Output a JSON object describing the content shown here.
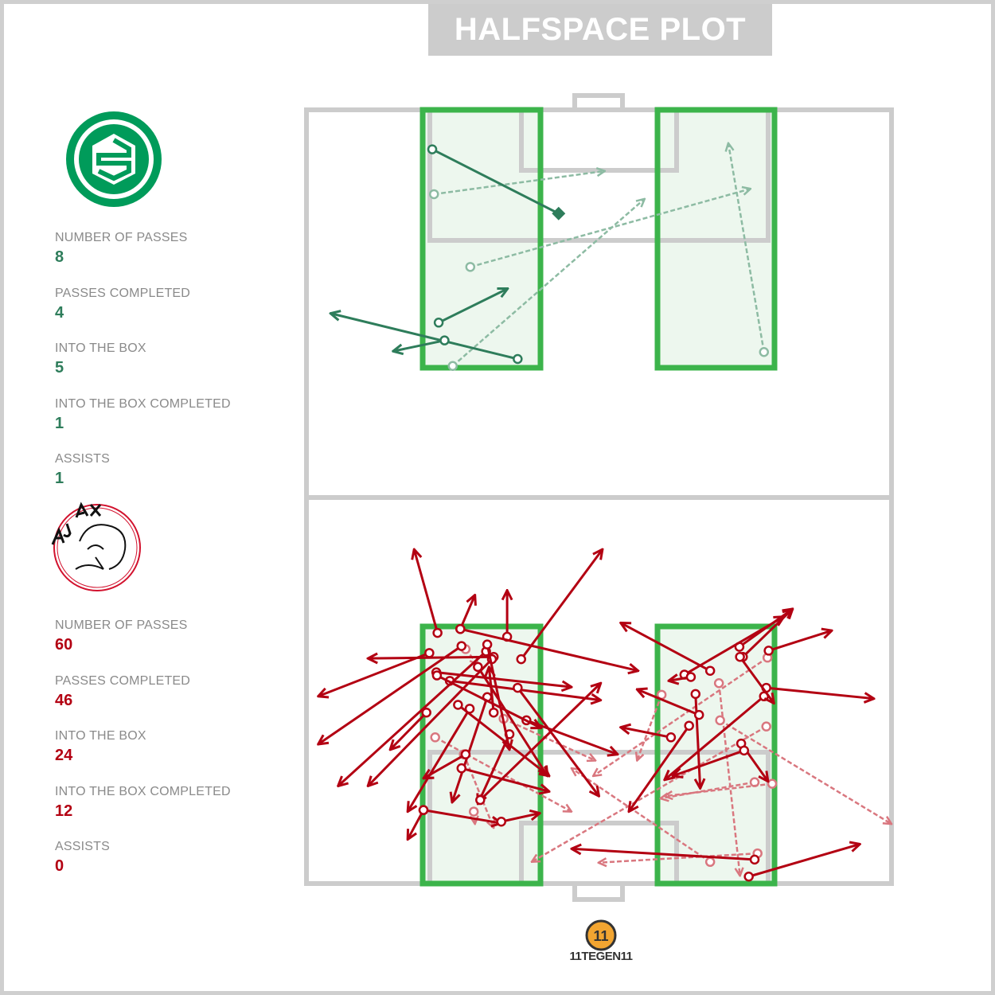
{
  "title": "HALFSPACE PLOT",
  "home": {
    "logo_text": "FC GRONINGEN",
    "color": "#2e7d5b",
    "stats": [
      {
        "label": "NUMBER OF PASSES",
        "value": "8"
      },
      {
        "label": "PASSES COMPLETED",
        "value": "4"
      },
      {
        "label": "INTO THE BOX",
        "value": "5"
      },
      {
        "label": "INTO THE BOX COMPLETED",
        "value": "1"
      },
      {
        "label": "ASSISTS",
        "value": "1"
      }
    ]
  },
  "away": {
    "logo_text": "AJAX AMSTERDAM",
    "color": "#b30012",
    "stats": [
      {
        "label": "NUMBER OF PASSES",
        "value": "60"
      },
      {
        "label": "PASSES COMPLETED",
        "value": "46"
      },
      {
        "label": "INTO THE BOX",
        "value": "24"
      },
      {
        "label": "INTO THE BOX COMPLETED",
        "value": "12"
      },
      {
        "label": "ASSISTS",
        "value": "0"
      }
    ]
  },
  "brand": {
    "text": "11TEGEN11",
    "logo_text": "11"
  },
  "chart_data": {
    "type": "scatter",
    "subtype": "pass-map",
    "title": "HALFSPACE PLOT",
    "units": "percent of pitch width (x, left to right) and length (y, top to bottom)",
    "xlim": [
      0,
      100
    ],
    "ylim": [
      0,
      100
    ],
    "colors": {
      "home": "#2e7d5b",
      "home_incomplete": "#8dbba3",
      "away": "#b30012",
      "away_incomplete": "#d9777f",
      "halfspace": "#3cb44b"
    },
    "series": [
      {
        "name": "FC Groningen",
        "passes": [
          {
            "from": [
              21.5,
              5.1
            ],
            "to": [
              43.1,
              13.4
            ],
            "completed": true,
            "assist": true
          },
          {
            "from": [
              21.8,
              10.9
            ],
            "to": [
              51.0,
              7.9
            ],
            "completed": false
          },
          {
            "from": [
              28.0,
              20.3
            ],
            "to": [
              75.9,
              10.2
            ],
            "completed": false
          },
          {
            "from": [
              25.0,
              33.1
            ],
            "to": [
              57.8,
              11.5
            ],
            "completed": false
          },
          {
            "from": [
              78.2,
              31.3
            ],
            "to": [
              72.1,
              4.3
            ],
            "completed": false
          },
          {
            "from": [
              22.6,
              27.5
            ],
            "to": [
              34.4,
              23.1
            ],
            "completed": true
          },
          {
            "from": [
              36.1,
              32.2
            ],
            "to": [
              4.1,
              26.3
            ],
            "completed": true
          },
          {
            "from": [
              23.6,
              29.8
            ],
            "to": [
              14.8,
              31.2
            ],
            "completed": true
          }
        ]
      },
      {
        "name": "Ajax",
        "passes": [
          {
            "from": [
              22.4,
              67.6
            ],
            "to": [
              18.4,
              56.8
            ],
            "completed": true
          },
          {
            "from": [
              26.3,
              67.1
            ],
            "to": [
              28.8,
              62.7
            ],
            "completed": true
          },
          {
            "from": [
              34.3,
              68.1
            ],
            "to": [
              34.3,
              62.1
            ],
            "completed": true
          },
          {
            "from": [
              36.7,
              71.0
            ],
            "to": [
              50.6,
              56.8
            ],
            "completed": true
          },
          {
            "from": [
              26.3,
              67.1
            ],
            "to": [
              56.7,
              72.5
            ],
            "completed": true
          },
          {
            "from": [
              32.0,
              70.7
            ],
            "to": [
              10.5,
              70.9
            ],
            "completed": true
          },
          {
            "from": [
              21.0,
              70.2
            ],
            "to": [
              2.0,
              75.8
            ],
            "completed": true
          },
          {
            "from": [
              26.5,
              69.3
            ],
            "to": [
              2.0,
              82.0
            ],
            "completed": true
          },
          {
            "from": [
              22.2,
              72.7
            ],
            "to": [
              45.3,
              74.6
            ],
            "completed": true
          },
          {
            "from": [
              24.5,
              73.8
            ],
            "to": [
              50.3,
              76.3
            ],
            "completed": true
          },
          {
            "from": [
              30.7,
              70.0
            ],
            "to": [
              5.4,
              87.4
            ],
            "completed": true
          },
          {
            "from": [
              31.7,
              71.0
            ],
            "to": [
              10.5,
              87.4
            ],
            "completed": true
          },
          {
            "from": [
              36.1,
              74.7
            ],
            "to": [
              50.0,
              88.7
            ],
            "completed": true
          },
          {
            "from": [
              20.5,
              77.9
            ],
            "to": [
              14.3,
              82.7
            ],
            "completed": true
          },
          {
            "from": [
              25.9,
              76.9
            ],
            "to": [
              41.5,
              86.1
            ],
            "completed": true
          },
          {
            "from": [
              27.9,
              77.4
            ],
            "to": [
              17.3,
              90.7
            ],
            "completed": true
          },
          {
            "from": [
              30.9,
              75.9
            ],
            "to": [
              24.9,
              89.5
            ],
            "completed": true
          },
          {
            "from": [
              32.0,
              77.9
            ],
            "to": [
              31.2,
              72.0
            ],
            "completed": true
          },
          {
            "from": [
              37.6,
              78.9
            ],
            "to": [
              53.2,
              83.3
            ],
            "completed": true
          },
          {
            "from": [
              34.7,
              80.7
            ],
            "to": [
              29.3,
              89.7
            ],
            "completed": true
          },
          {
            "from": [
              20.0,
              90.5
            ],
            "to": [
              33.3,
              92.2
            ],
            "completed": true
          },
          {
            "from": [
              33.3,
              92.0
            ],
            "to": [
              39.9,
              90.9
            ],
            "completed": true
          },
          {
            "from": [
              27.2,
              83.3
            ],
            "to": [
              20.0,
              86.4
            ],
            "completed": true
          },
          {
            "from": [
              26.5,
              85.1
            ],
            "to": [
              41.5,
              88.1
            ],
            "completed": true
          },
          {
            "from": [
              29.7,
              89.2
            ],
            "to": [
              50.3,
              74.1
            ],
            "completed": true
          },
          {
            "from": [
              20.0,
              90.5
            ],
            "to": [
              17.3,
              94.3
            ],
            "completed": true
          },
          {
            "from": [
              69.0,
              72.5
            ],
            "to": [
              53.7,
              66.3
            ],
            "completed": true
          },
          {
            "from": [
              74.0,
              69.4
            ],
            "to": [
              83.1,
              64.5
            ],
            "completed": true
          },
          {
            "from": [
              74.6,
              70.7
            ],
            "to": [
              83.1,
              64.5
            ],
            "completed": true
          },
          {
            "from": [
              64.6,
              73.0
            ],
            "to": [
              81.6,
              65.5
            ],
            "completed": true
          },
          {
            "from": [
              65.7,
              73.3
            ],
            "to": [
              61.9,
              73.8
            ],
            "completed": true
          },
          {
            "from": [
              79.0,
              69.9
            ],
            "to": [
              89.8,
              67.3
            ],
            "completed": true
          },
          {
            "from": [
              78.6,
              74.7
            ],
            "to": [
              97.0,
              76.1
            ],
            "completed": true
          },
          {
            "from": [
              78.2,
              75.8
            ],
            "to": [
              61.2,
              86.6
            ],
            "completed": true
          },
          {
            "from": [
              74.1,
              70.7
            ],
            "to": [
              79.9,
              76.7
            ],
            "completed": true
          },
          {
            "from": [
              66.5,
              75.5
            ],
            "to": [
              67.3,
              87.7
            ],
            "completed": true
          },
          {
            "from": [
              67.1,
              78.2
            ],
            "to": [
              56.5,
              74.9
            ],
            "completed": true
          },
          {
            "from": [
              62.3,
              81.1
            ],
            "to": [
              53.7,
              79.8
            ],
            "completed": true
          },
          {
            "from": [
              74.3,
              81.9
            ],
            "to": [
              78.9,
              86.8
            ],
            "completed": true
          },
          {
            "from": [
              74.8,
              82.8
            ],
            "to": [
              62.6,
              86.1
            ],
            "completed": true
          },
          {
            "from": [
              76.6,
              96.9
            ],
            "to": [
              45.3,
              95.5
            ],
            "completed": true
          },
          {
            "from": [
              75.6,
              99.1
            ],
            "to": [
              94.6,
              94.9
            ],
            "completed": true
          },
          {
            "from": [
              65.4,
              79.6
            ],
            "to": [
              55.1,
              90.7
            ],
            "completed": true
          },
          {
            "from": [
              22.3,
              73.1
            ],
            "to": [
              40.1,
              79.9
            ],
            "completed": true
          },
          {
            "from": [
              29.3,
              72.0
            ],
            "to": [
              41.2,
              86.1
            ],
            "completed": true
          },
          {
            "from": [
              30.9,
              69.1
            ],
            "to": [
              34.7,
              82.7
            ],
            "completed": true
          },
          {
            "from": [
              27.2,
              69.7
            ],
            "to": [
              29.3,
              71.7
            ],
            "completed": false
          },
          {
            "from": [
              33.7,
              78.7
            ],
            "to": [
              49.4,
              84.1
            ],
            "completed": false
          },
          {
            "from": [
              22.0,
              81.1
            ],
            "to": [
              45.3,
              90.7
            ],
            "completed": false
          },
          {
            "from": [
              28.6,
              90.7
            ],
            "to": [
              28.8,
              92.3
            ],
            "completed": false
          },
          {
            "from": [
              70.5,
              74.1
            ],
            "to": [
              74.1,
              99.0
            ],
            "completed": false
          },
          {
            "from": [
              60.7,
              75.6
            ],
            "to": [
              56.5,
              84.1
            ],
            "completed": false
          },
          {
            "from": [
              70.7,
              78.9
            ],
            "to": [
              100.0,
              92.3
            ],
            "completed": false
          },
          {
            "from": [
              78.8,
              70.8
            ],
            "to": [
              49.0,
              86.1
            ],
            "completed": false
          },
          {
            "from": [
              78.6,
              79.7
            ],
            "to": [
              38.5,
              97.2
            ],
            "completed": false
          },
          {
            "from": [
              76.6,
              86.9
            ],
            "to": [
              60.5,
              89.0
            ],
            "completed": false
          },
          {
            "from": [
              79.6,
              87.1
            ],
            "to": [
              61.2,
              88.7
            ],
            "completed": false
          },
          {
            "from": [
              77.1,
              96.1
            ],
            "to": [
              49.9,
              97.3
            ],
            "completed": false
          },
          {
            "from": [
              69.0,
              97.2
            ],
            "to": [
              45.3,
              85.1
            ],
            "completed": false
          },
          {
            "from": [
              26.9,
              83.3
            ],
            "to": [
              32.0,
              92.8
            ],
            "completed": false
          }
        ]
      }
    ]
  }
}
